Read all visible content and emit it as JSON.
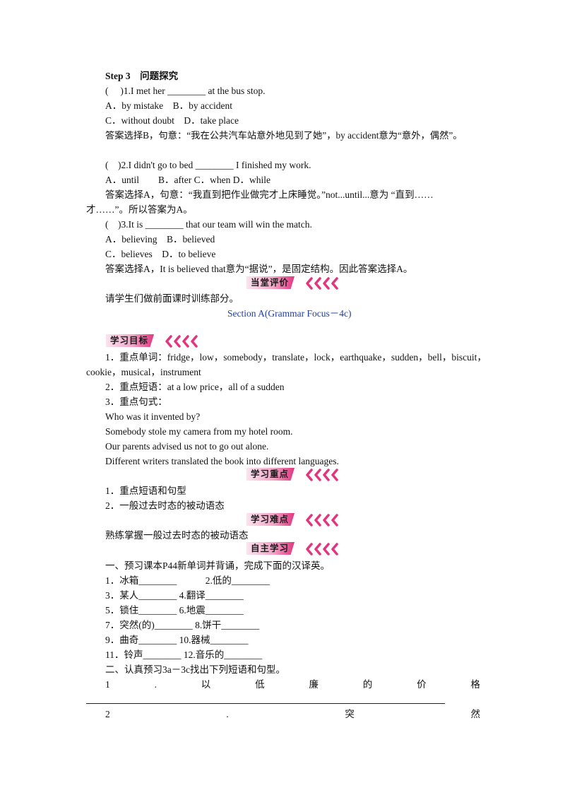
{
  "step3": {
    "title": "Step 3　问题探究",
    "q1": "(　 )1.I met her ________ at the bus stop.",
    "q1_opts1": "A．by  mistake　B．by  accident",
    "q1_opts2": "C．without  doubt　D．take  place",
    "q1_ans": "答案选择B，句意：“我在公共汽车站意外地见到了她”，by  accident意为“意外，偶然”。",
    "q2": "(　)2.I didn't go to bed ________ I finished my work.",
    "q2_opts": "A．until　　B．after  C．when  D．while",
    "q2_ans1": "答案选择A，句意：“我直到把作业做完才上床睡觉。”not...until...意为 “直到……",
    "q2_ans2": "才……”。所以答案为A。",
    "q3": "(　)3.It is ________ that our team will win the match.",
    "q3_opts1": "A．believing　B．believed",
    "q3_opts2": "C．believes　D．to  believe",
    "q3_ans": "答案选择A，It  is  believed  that意为“据说”，是固定结构。因此答案选择A。"
  },
  "banners": {
    "evaluation": "当堂评价",
    "goals": "学习目标",
    "key_points": "学习重点",
    "difficulties": "学习难点",
    "self_study": "自主学习"
  },
  "evaluation_text": "请学生们做前面课时训练部分。",
  "section_title": "Section A(Grammar Focus－4c)",
  "goals": {
    "g1a": "1．重点单词：fridge，low，somebody，translate，lock，earthquake，sudden，bell，biscuit，",
    "g1b": "cookie，musical，instrument",
    "g2": "2．重点短语：at a low price，all  of  a  sudden",
    "g3": "3．重点句式：",
    "s1": "Who  was  it  invented  by?",
    "s2": "Somebody  stole  my  camera  from  my  hotel  room.",
    "s3": "Our  parents  advised  us  not to go out alone.",
    "s4": "Different  writers  translated  the  book  into  different  languages."
  },
  "key_points": {
    "k1": "1．重点短语和句型",
    "k2": "2．一般过去时态的被动语态"
  },
  "difficulty_text": "熟练掌握一般过去时态的被动语态",
  "self_study": {
    "intro": "一、预习课本P44新单词并背诵，完成下面的汉译英。",
    "r1": "1．冰箱________　　　2.低的________",
    "r2": "3．某人________  4.翻译________",
    "r3": "5．锁住________  6.地震________",
    "r4": "7．突然(的)________  8.饼干________",
    "r5": "9．曲奇________  10.器械________",
    "r6": "11．铃声________  12.音乐的________",
    "intro2": "二、认真预习3a－3c找出下列短语和句型。",
    "p1": [
      "1",
      ".",
      "以",
      "低",
      "廉",
      "的",
      "价",
      "格"
    ],
    "p2": [
      "2",
      ".",
      "突",
      "然"
    ]
  }
}
